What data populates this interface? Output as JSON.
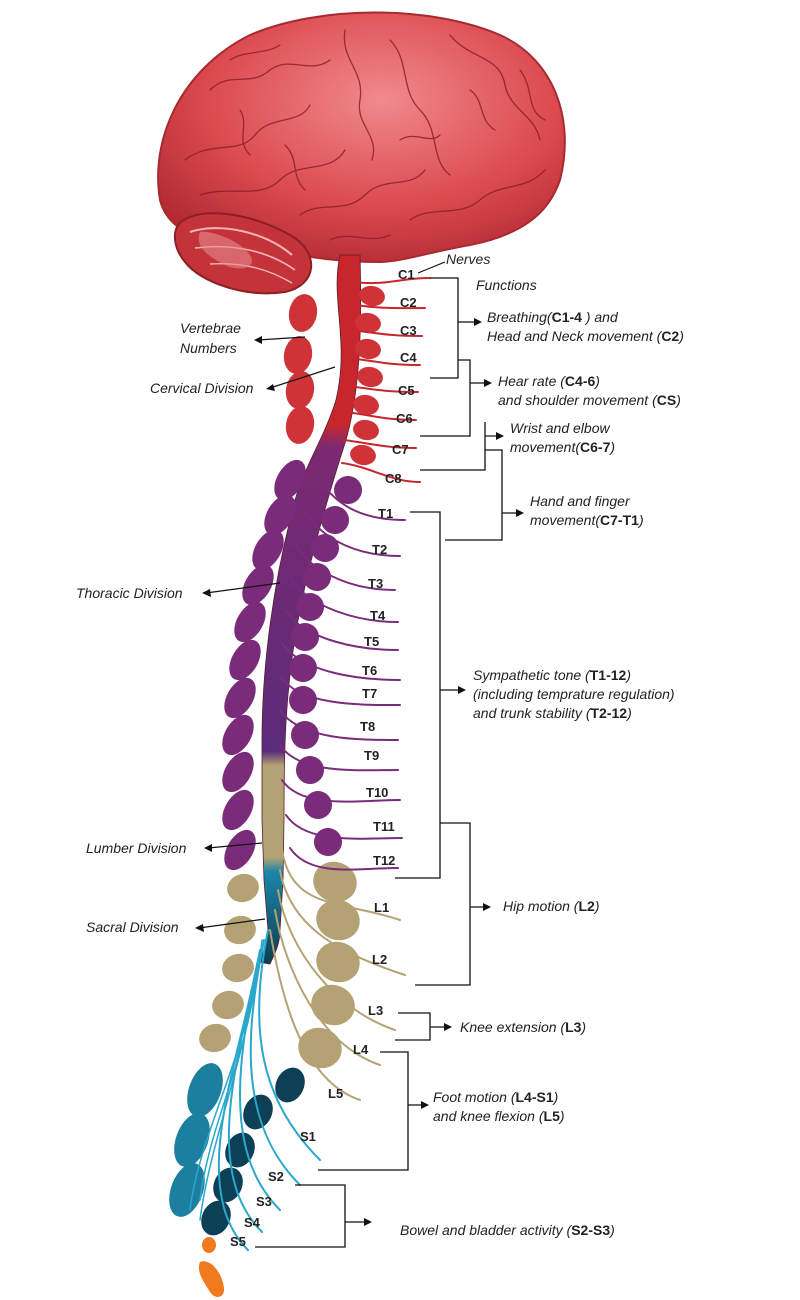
{
  "header_labels": {
    "nerves": "Nerves",
    "functions": "Functions"
  },
  "divisions": [
    {
      "key": "vertebrae",
      "line1": "Vertebrae",
      "line2": "Numbers"
    },
    {
      "key": "cervical",
      "line1": "Cervical Division"
    },
    {
      "key": "thoracic",
      "line1": "Thoracic Division"
    },
    {
      "key": "lumbar",
      "line1": "Lumber Division"
    },
    {
      "key": "sacral",
      "line1": "Sacral Division"
    }
  ],
  "nerves": {
    "cervical": [
      "C1",
      "C2",
      "C3",
      "C4",
      "C5",
      "C6",
      "C7",
      "C8"
    ],
    "thoracic": [
      "T1",
      "T2",
      "T3",
      "T4",
      "T5",
      "T6",
      "T7",
      "T8",
      "T9",
      "T10",
      "T11",
      "T12"
    ],
    "lumbar": [
      "L1",
      "L2",
      "L3",
      "L4",
      "L5"
    ],
    "sacral": [
      "S1",
      "S2",
      "S3",
      "S4",
      "S5"
    ]
  },
  "functions": [
    {
      "key": "breathing",
      "lines": [
        [
          {
            "t": "Breathing(",
            "b": false
          },
          {
            "t": "C1-4",
            "b": true
          },
          {
            "t": " ) and",
            "b": false
          }
        ],
        [
          {
            "t": "Head and Neck movement (",
            "b": false
          },
          {
            "t": "C2",
            "b": true
          },
          {
            "t": ")",
            "b": false
          }
        ]
      ]
    },
    {
      "key": "heart-rate",
      "lines": [
        [
          {
            "t": "Hear rate (",
            "b": false
          },
          {
            "t": "C4-6",
            "b": true
          },
          {
            "t": ")",
            "b": false
          }
        ],
        [
          {
            "t": "and shoulder movement (",
            "b": false
          },
          {
            "t": "CS",
            "b": true
          },
          {
            "t": ")",
            "b": false
          }
        ]
      ]
    },
    {
      "key": "wrist-elbow",
      "lines": [
        [
          {
            "t": "Wrist and elbow",
            "b": false
          }
        ],
        [
          {
            "t": "movement(",
            "b": false
          },
          {
            "t": "C6-7",
            "b": true
          },
          {
            "t": ")",
            "b": false
          }
        ]
      ]
    },
    {
      "key": "hand-finger",
      "lines": [
        [
          {
            "t": "Hand and finger",
            "b": false
          }
        ],
        [
          {
            "t": "movement(",
            "b": false
          },
          {
            "t": "C7-T1",
            "b": true
          },
          {
            "t": ")",
            "b": false
          }
        ]
      ]
    },
    {
      "key": "sympathetic",
      "lines": [
        [
          {
            "t": "Sympathetic tone (",
            "b": false
          },
          {
            "t": "T1-12",
            "b": true
          },
          {
            "t": ")",
            "b": false
          }
        ],
        [
          {
            "t": "(including temprature regulation)",
            "b": false
          }
        ],
        [
          {
            "t": "and trunk stability (",
            "b": false
          },
          {
            "t": "T2-12",
            "b": true
          },
          {
            "t": ")",
            "b": false
          }
        ]
      ]
    },
    {
      "key": "hip",
      "lines": [
        [
          {
            "t": "Hip motion (",
            "b": false
          },
          {
            "t": "L2",
            "b": true
          },
          {
            "t": ")",
            "b": false
          }
        ]
      ]
    },
    {
      "key": "knee-ext",
      "lines": [
        [
          {
            "t": "Knee extension (",
            "b": false
          },
          {
            "t": "L3",
            "b": true
          },
          {
            "t": ")",
            "b": false
          }
        ]
      ]
    },
    {
      "key": "foot",
      "lines": [
        [
          {
            "t": "Foot motion (",
            "b": false
          },
          {
            "t": "L4-S1",
            "b": true
          },
          {
            "t": ")",
            "b": false
          }
        ],
        [
          {
            "t": "and knee flexion (",
            "b": false
          },
          {
            "t": "L5",
            "b": true
          },
          {
            "t": ")",
            "b": false
          }
        ]
      ]
    },
    {
      "key": "bowel",
      "lines": [
        [
          {
            "t": "Bowel and bladder activity (",
            "b": false
          },
          {
            "t": "S2-S3",
            "b": true
          },
          {
            "t": ")",
            "b": false
          }
        ]
      ]
    }
  ],
  "colors": {
    "brain": "#d9434a",
    "brain_dark": "#a8252c",
    "cervical": "#cf3338",
    "thoracic": "#7a2c7a",
    "lumbar": "#b5a274",
    "lumbar_dark": "#8a784c",
    "sacral": "#1c7fa0",
    "sacral_dark": "#0d3f55",
    "coccyx": "#f07a1e"
  }
}
